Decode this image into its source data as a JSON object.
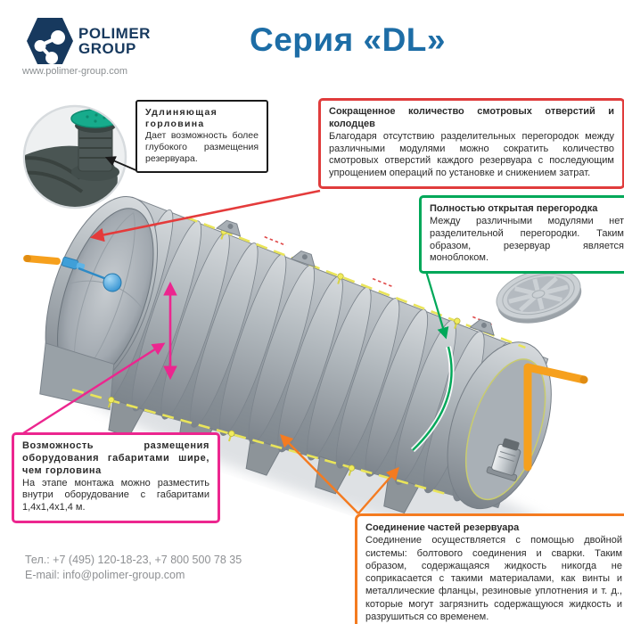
{
  "header": {
    "logo_line1": "POLIMER",
    "logo_line2": "GROUP",
    "website": "www.polimer-group.com",
    "title": "Серия «DL»"
  },
  "callouts": {
    "neck": {
      "title": "Удлиняющая горловина",
      "body": "Дает возможность более глубокого размещения резервуара."
    },
    "openings": {
      "title": "Сокращенное количество смотровых отверстий и колодцев",
      "body": "Благодаря отсутствию разделительных перегородок между различными модулями можно сократить количество смотровых отверстий каждого резервуара с последующим упрощением операций по установке и снижением затрат."
    },
    "partition": {
      "title": "Полностью открытая перегородка",
      "body": "Между различными модулями нет разделительной перегородки. Таким образом, резервуар является моноблоком."
    },
    "equipment": {
      "title": "Возможность размещения оборудования габаритами шире, чем горловина",
      "body": "На этапе монтажа можно разместить внутри оборудование с габаритами 1,4х1,4х1,4 м."
    },
    "connection": {
      "title": "Соединение частей резервуара",
      "body": "Соединение осуществляется с помощью двойной системы: болтового соединения и сварки. Таким образом, содержащаяся жидкость никогда не соприкасается с такими материалами, как винты и металлические фланцы, резиновые уплотнения и т. д., которые могут загрязнить содержащуюся жидкость и разрушиться со временем."
    }
  },
  "contacts": {
    "phone": "Тел.: +7 (495) 120-18-23, +7 800 500 78 35",
    "email": "E-mail: info@polimer-group.com"
  },
  "colors": {
    "title_blue": "#1d6da6",
    "logo_navy": "#17395e",
    "callout_black": "#1a1a1a",
    "callout_red": "#e03c3c",
    "callout_green": "#00a859",
    "callout_magenta": "#ec268f",
    "callout_orange": "#f47b20",
    "seam_yellow": "#e9e45a",
    "pipe_orange": "#f6a01d",
    "float_blue": "#3f9fd8",
    "tank_gray": "#9aa2a8"
  }
}
